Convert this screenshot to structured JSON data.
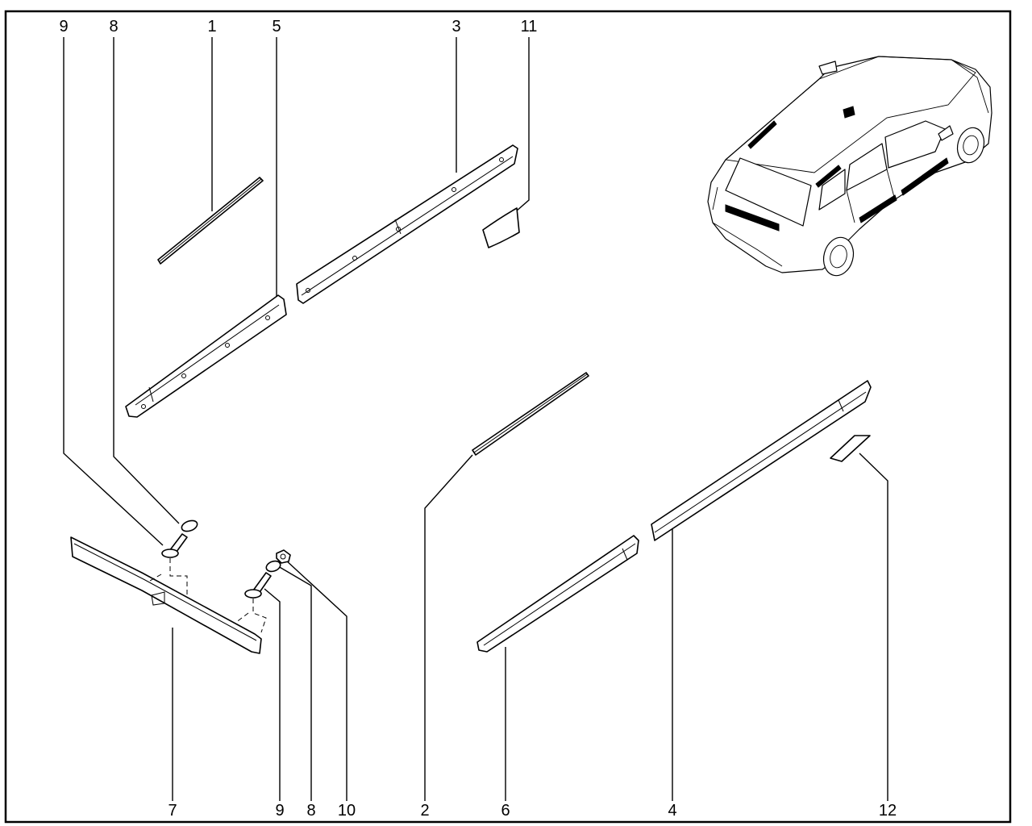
{
  "callouts": {
    "top": [
      "9",
      "8",
      "1",
      "5",
      "3",
      "11"
    ],
    "bottom": [
      "7",
      "9",
      "8",
      "10",
      "2",
      "6",
      "4",
      "12"
    ]
  },
  "colors": {
    "line": "#000000",
    "background": "#ffffff"
  }
}
